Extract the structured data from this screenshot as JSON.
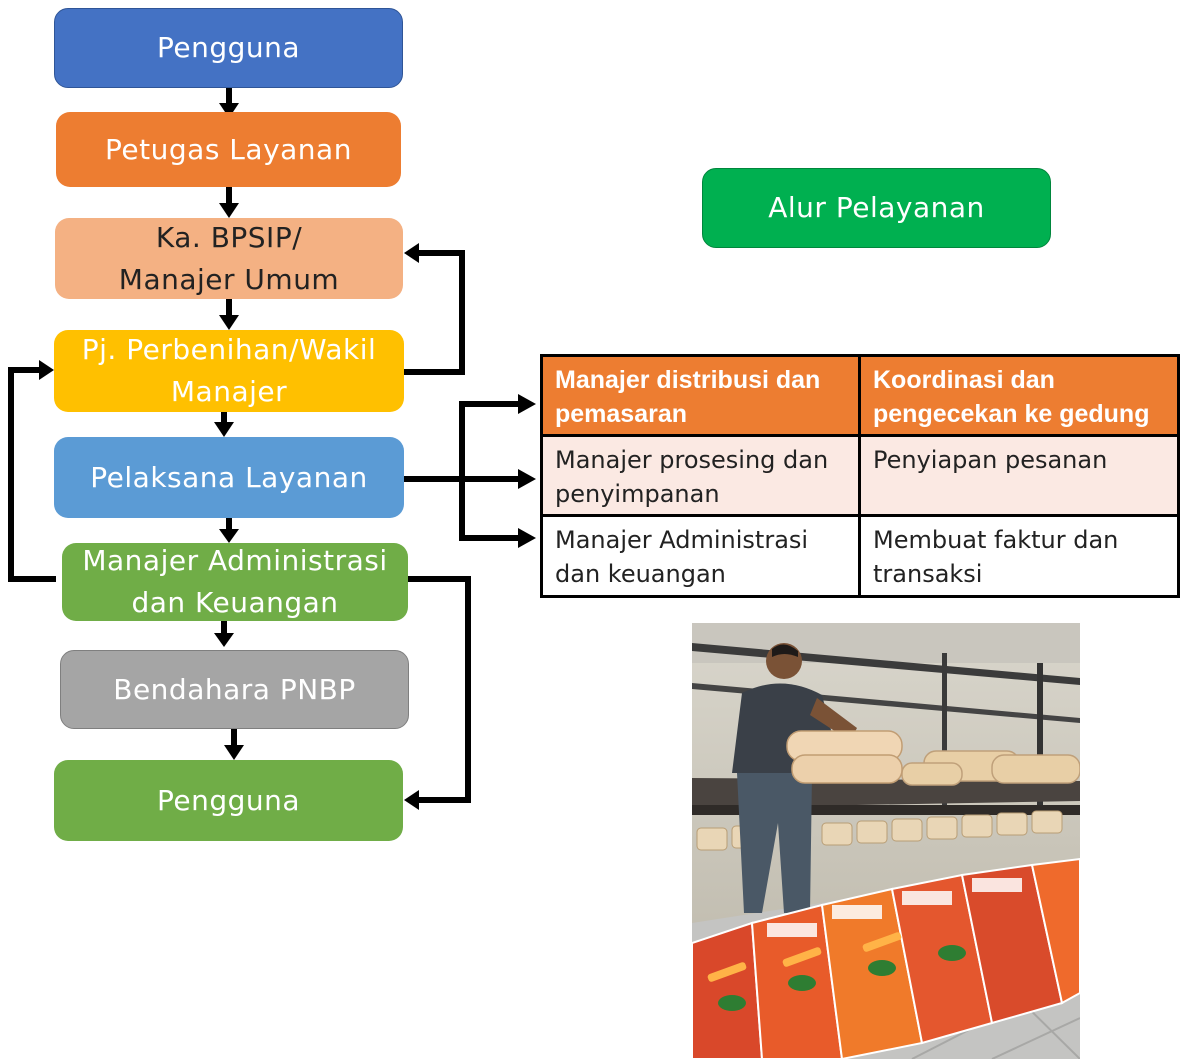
{
  "flow": {
    "pengguna_top": "Pengguna",
    "petugas_layanan": "Petugas Layanan",
    "ka_bpsip": "Ka. BPSIP/ Manajer Umum",
    "pj_perbenihan": "Pj. Perbenihan/Wakil Manajer",
    "pelaksana_layanan": "Pelaksana Layanan",
    "manajer_admin": "Manajer Administrasi dan Keuangan",
    "bendahara": "Bendahara PNBP",
    "pengguna_bottom": "Pengguna"
  },
  "title_badge": "Alur Pelayanan",
  "table": {
    "rows": [
      [
        "Manajer distribusi dan pemasaran",
        "Koordinasi dan pengecekan ke gedung"
      ],
      [
        "Manajer prosesing dan penyimpanan",
        "Penyiapan pesanan"
      ],
      [
        "Manajer Administrasi dan keuangan",
        "Membuat faktur dan transaksi"
      ]
    ]
  },
  "colors": {
    "blue_dark": "#4472c4",
    "orange": "#ed7d31",
    "salmon": "#f4b183",
    "gold": "#ffc000",
    "blue_light": "#5b9bd5",
    "green": "#70ad47",
    "gray": "#a5a5a5",
    "badge_green": "#00b050"
  }
}
